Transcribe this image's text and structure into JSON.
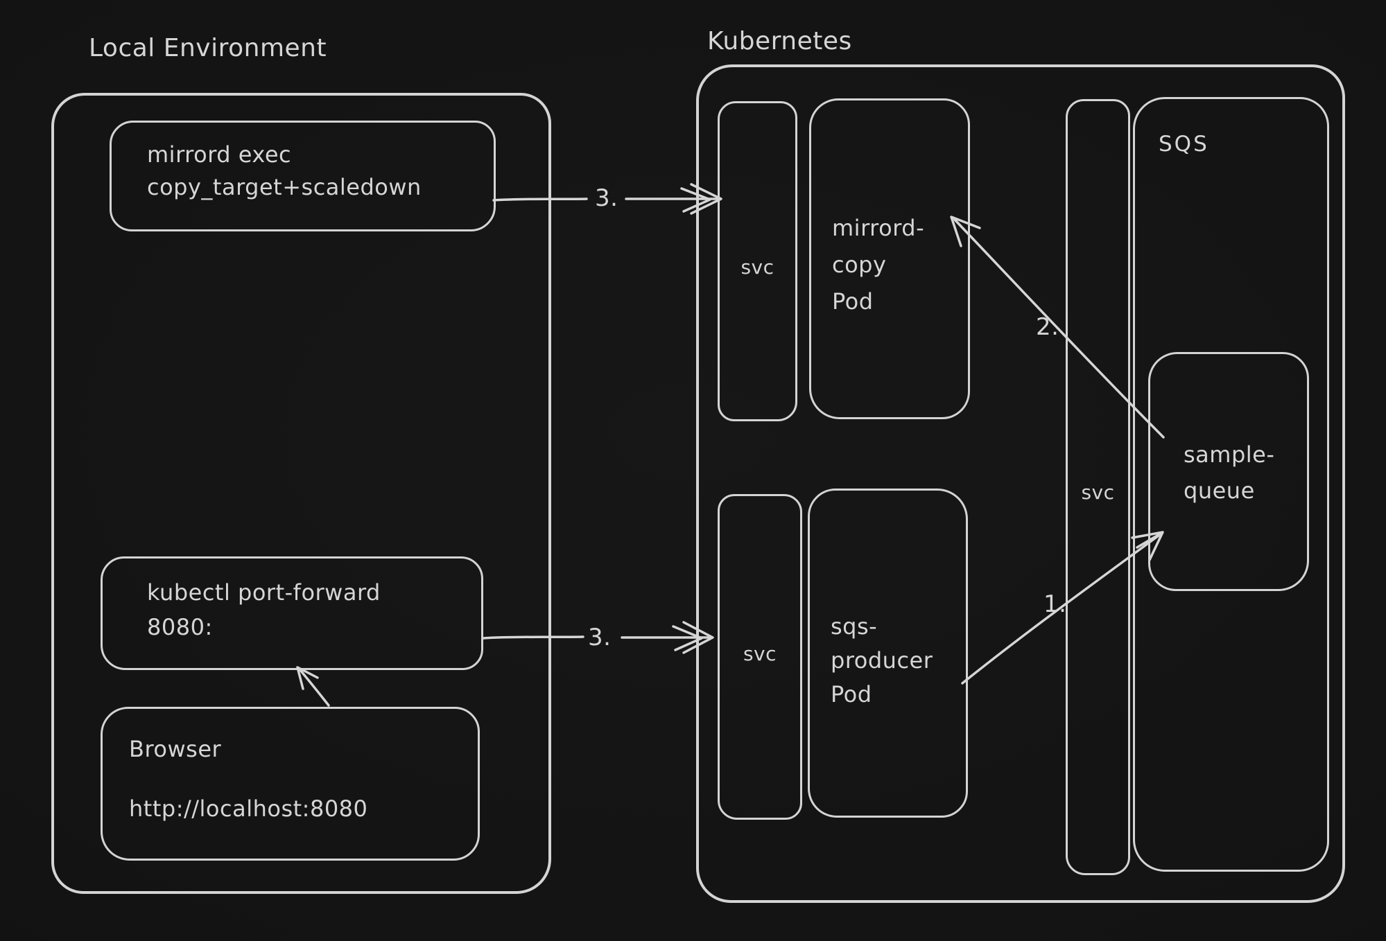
{
  "colors": {
    "background": "#131313",
    "stroke": "#d4d4d4",
    "text": "#d6d6d6"
  },
  "local_env": {
    "label": "Local Environment",
    "mirrord_exec": "mirrord exec\ncopy_target+scaledown",
    "kubectl": "kubectl port-forward\n8080:",
    "browser": {
      "title": "Browser",
      "url": "http://localhost:8080"
    }
  },
  "kubernetes": {
    "label": "Kubernetes",
    "svc_top": "svc",
    "mirrord_copy_pod": "mirrord-\ncopy\nPod",
    "svc_bottom": "svc",
    "sqs_producer_pod": "sqs-\nproducer\nPod",
    "svc_queue": "svc",
    "sqs": {
      "label": "SQS",
      "sample_queue": "sample-\nqueue"
    }
  },
  "steps": {
    "one": "1.",
    "two": "2.",
    "three_exec": "3.",
    "three_portforward": "3."
  }
}
